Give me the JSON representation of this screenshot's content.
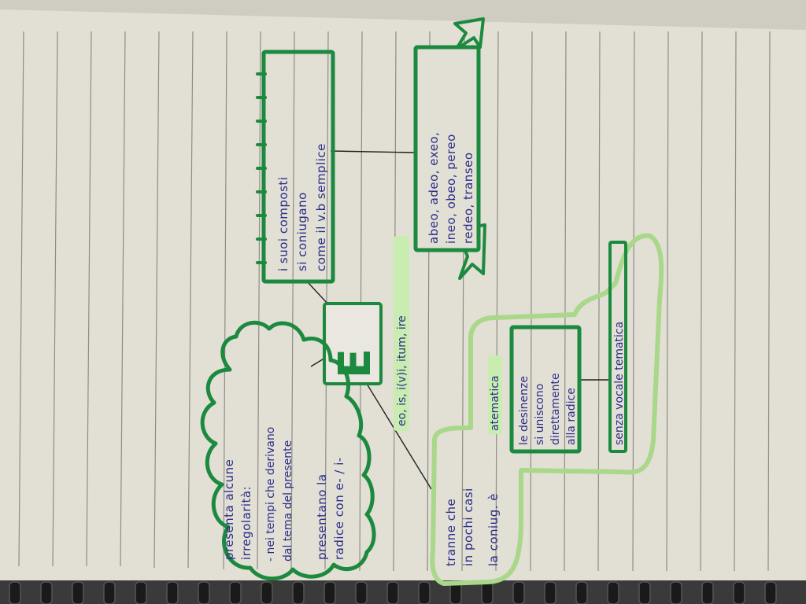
{
  "center": {
    "letter": "E"
  },
  "top_box": {
    "lines": [
      "i suoi composti",
      "si coniugano",
      "come il v.b semplice"
    ]
  },
  "banner": {
    "lines": [
      "abeo, adeo, exeo,",
      "ineo, obeo, pereo",
      "redeo, transeo"
    ]
  },
  "cloud": {
    "lines": [
      "presenta alcune",
      "irregolarità:",
      "- nei tempi che derivano",
      "dal tema del presente",
      "presentano la",
      "radice con e- / i-"
    ]
  },
  "forms": {
    "text": "eo, is, i(v)i, itum, ire"
  },
  "tranne": {
    "lines": [
      "tranne che",
      "in pochi casi",
      "la coniug. è"
    ],
    "highlight": "atematica"
  },
  "desinenze": {
    "lines": [
      "le desinenze",
      "si uniscono",
      "direttamente",
      "alla radice"
    ]
  },
  "senza": {
    "text": "senza vocale tematica"
  },
  "colors": {
    "paper": "#e2dfd5",
    "rule_line": "#8e8c86",
    "green": "#1c8a3e",
    "light_green": "#a9d88a",
    "ink": "#2a2d88",
    "connector": "#222222",
    "highlighter": "#c9ecb0"
  }
}
